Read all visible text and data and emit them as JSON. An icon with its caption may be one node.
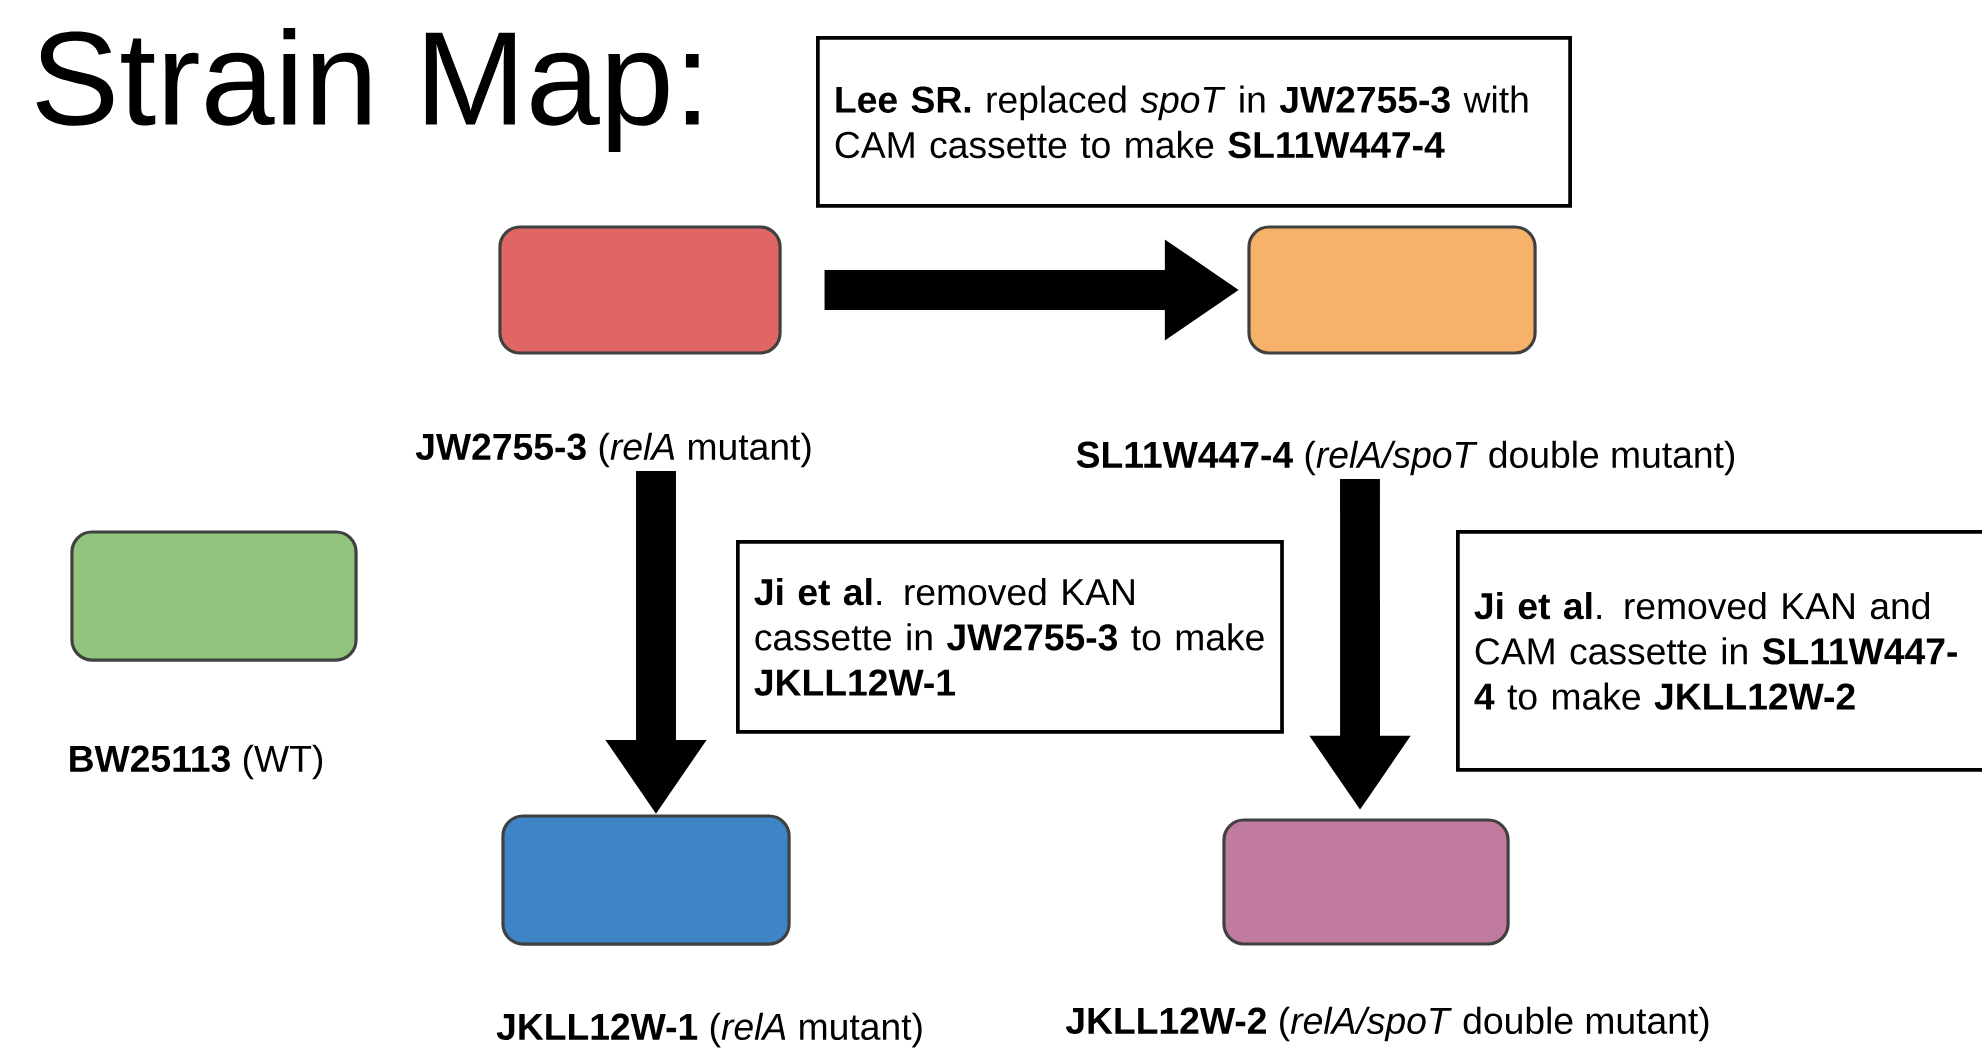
{
  "diagram": {
    "title": "Strain Map:",
    "nodes": [
      {
        "text": [
          "**Lee SR.** replaced *spoT* in **JW2755-3** with CAM cassette to make **SL11W447-4**"
        ]
      },
      {
        "text": [],
        "shape": "box",
        "beside": [
          "**JW2755-3** (*relA* mutant)"
        ]
      },
      {
        "text": [],
        "shape": "box",
        "beside": [
          "**SL11W447-4** (*relA/spoT* double mutant)"
        ]
      },
      {
        "text": [],
        "shape": "box",
        "beside": [
          "**BW25113** (WT)"
        ]
      },
      {
        "text": [
          "**Ji et al**. removed KAN cassette in **JW2755-3** to make **JKLL12W-1**"
        ]
      },
      {
        "text": [
          "**Ji et al**. removed KAN and CAM cassette in **SL11W447-4** to make **JKLL12W-2**"
        ]
      },
      {
        "text": [],
        "shape": "box",
        "beside": [
          "**JKLL12W-1** (*relA* mutant)"
        ]
      },
      {
        "text": [],
        "shape": "box",
        "beside": [
          "**JKLL12W-2** (*relA/spoT* double mutant)"
        ]
      }
    ],
    "edges": [
      {
        "from": 1,
        "to": 2,
        "arrow": "to"
      },
      {
        "from": 1,
        "to": 6,
        "arrow": "to"
      },
      {
        "from": 2,
        "to": 7,
        "arrow": "to"
      }
    ]
  }
}
